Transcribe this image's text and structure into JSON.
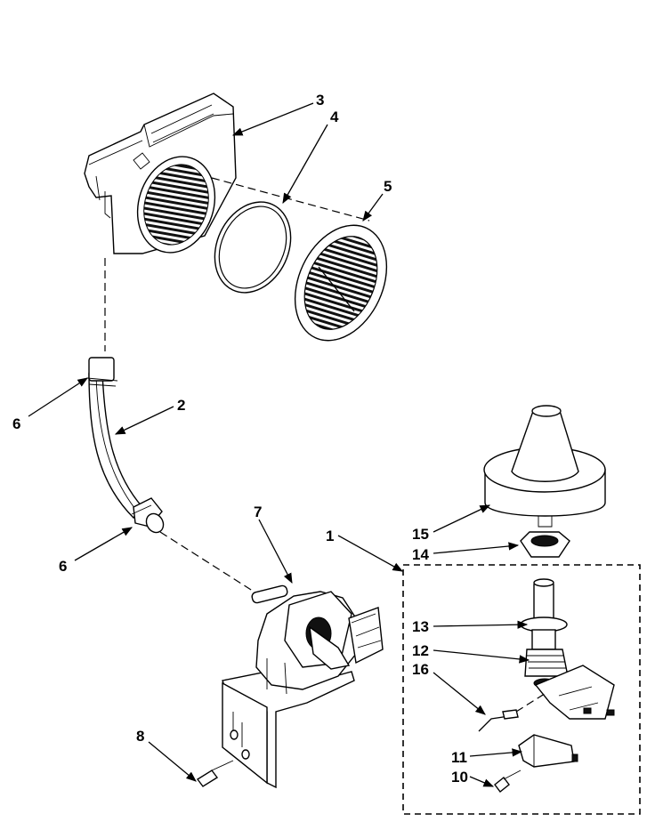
{
  "diagram": {
    "callouts": {
      "c1": "1",
      "c2": "2",
      "c3": "3",
      "c4": "4",
      "c5": "5",
      "c6a": "6",
      "c6b": "6",
      "c7": "7",
      "c8": "8",
      "c10": "10",
      "c11": "11",
      "c12": "12",
      "c13": "13",
      "c14": "14",
      "c15": "15",
      "c16": "16"
    }
  }
}
